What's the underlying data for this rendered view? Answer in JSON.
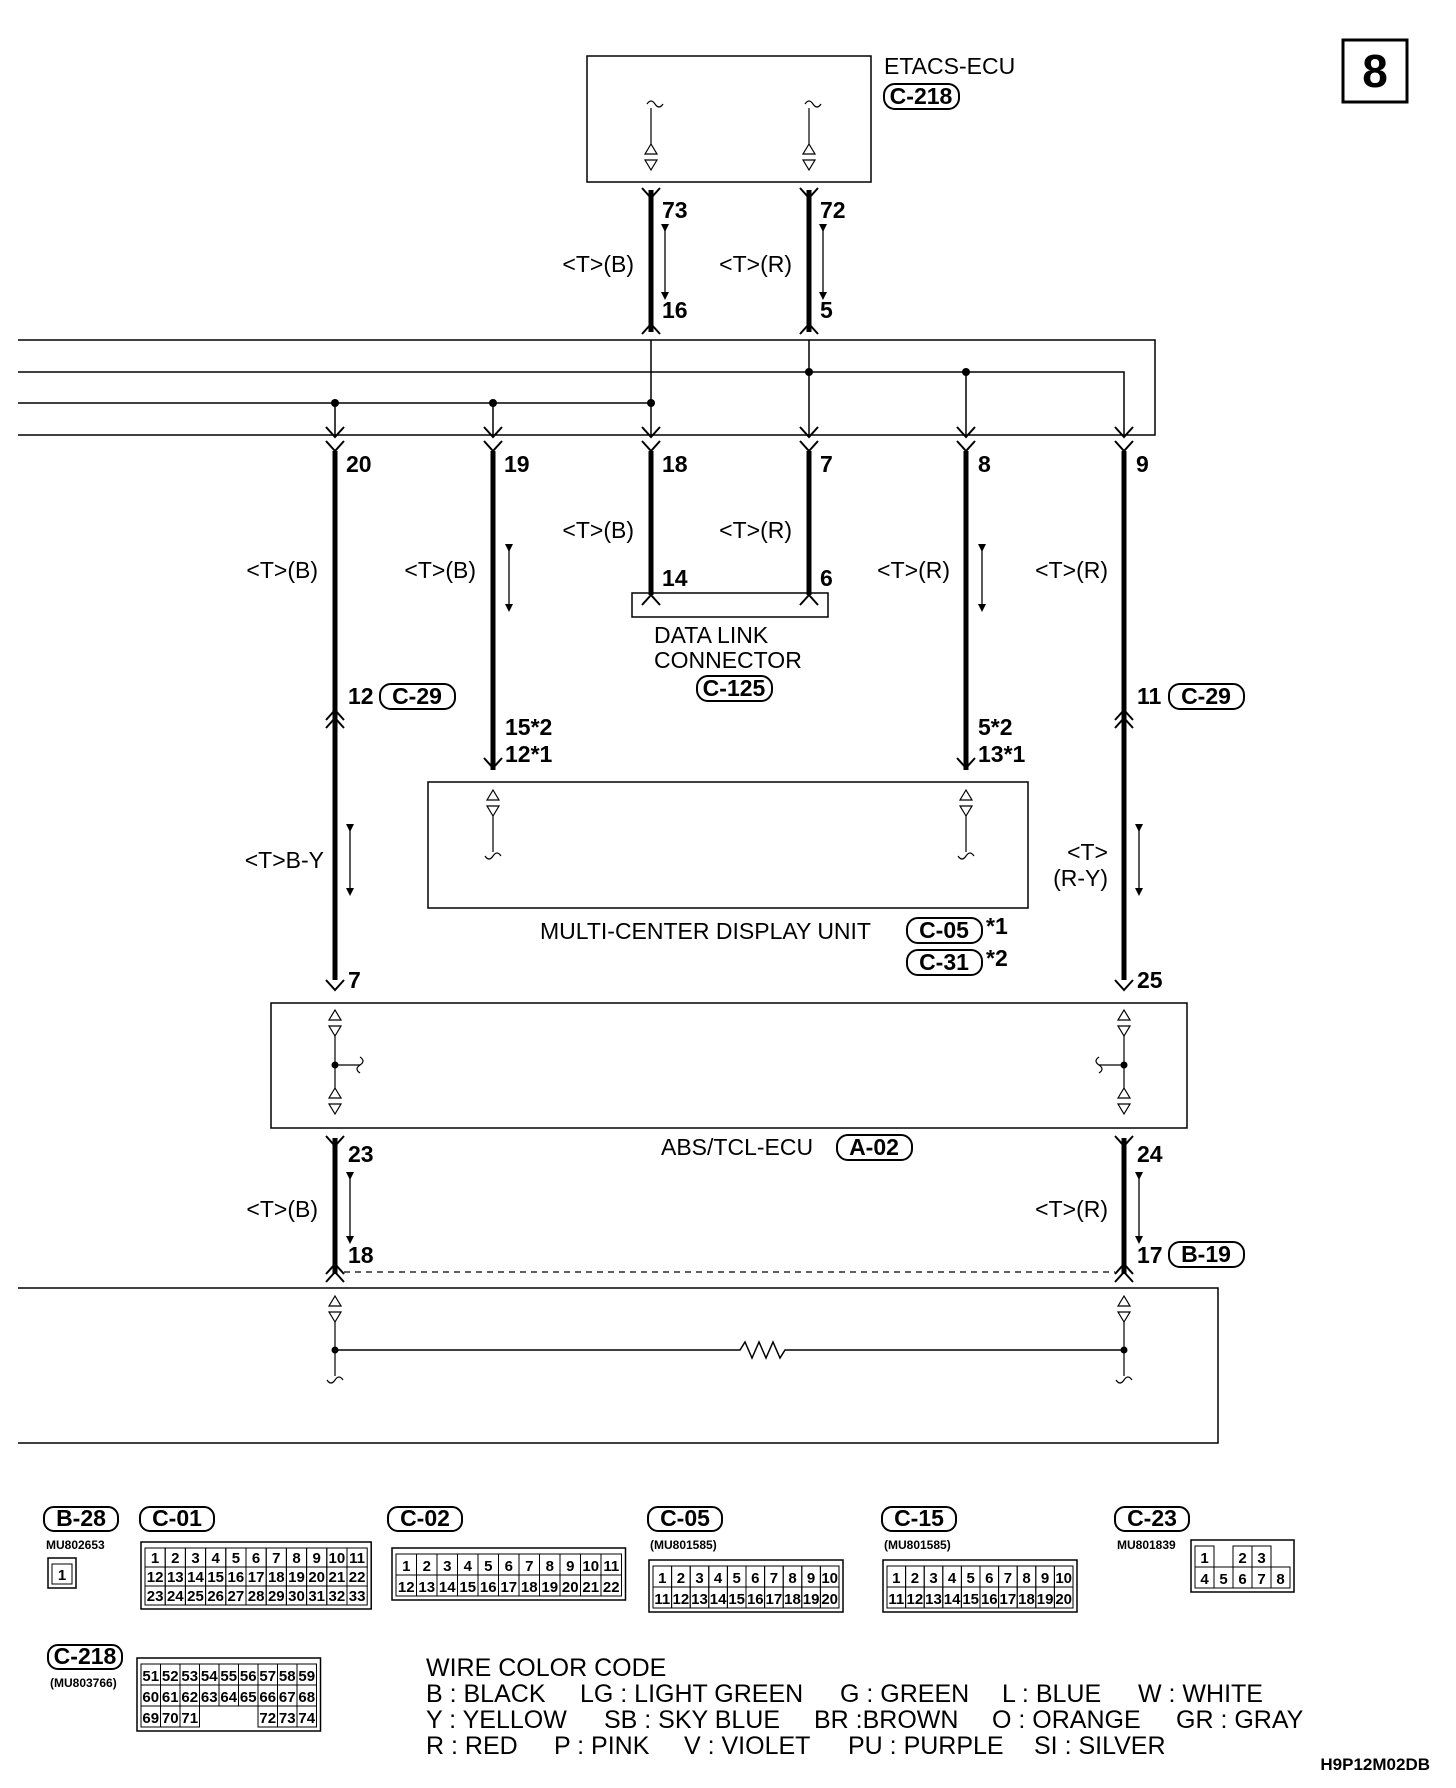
{
  "page": {
    "number": "8",
    "code": "H9P12M02DB"
  },
  "components": {
    "etacs": {
      "name": "ETACS-ECU",
      "connector": "C-218"
    },
    "dlc": {
      "name_line1": "DATA LINK",
      "name_line2": "CONNECTOR",
      "connector": "C-125"
    },
    "mcdu": {
      "name": "MULTI-CENTER DISPLAY UNIT",
      "connector1": "C-05",
      "note1": "*1",
      "connector2": "C-31",
      "note2": "*2"
    },
    "abs": {
      "name": "ABS/TCL-ECU",
      "connector": "A-02"
    },
    "c29_left": "C-29",
    "c29_right": "C-29",
    "b19": "B-19"
  },
  "pins": {
    "p73": "73",
    "p72": "72",
    "p16": "16",
    "p5": "5",
    "p20": "20",
    "p19": "19",
    "p18": "18",
    "p7a": "7",
    "p8": "8",
    "p9": "9",
    "p14": "14",
    "p6": "6",
    "p12": "12",
    "p11": "11",
    "p15s2": "15*2",
    "p12s1": "12*1",
    "p5s2": "5*2",
    "p13s1": "13*1",
    "p7b": "7",
    "p25": "25",
    "p23": "23",
    "p24": "24",
    "p18b": "18",
    "p17": "17"
  },
  "wires": {
    "w73": "<T>(B)",
    "w72": "<T>(R)",
    "w20": "<T>(B)",
    "w19": "<T>(B)",
    "w18": "<T>(B)",
    "w7": "<T>(R)",
    "w8": "<T>(R)",
    "w9": "<T>(R)",
    "w_by": "<T>B-Y",
    "w_ry1": "<T>",
    "w_ry2": "(R-Y)",
    "w23": "<T>(B)",
    "w24": "<T>(R)"
  },
  "connectors": [
    {
      "id": "B-28",
      "part": "MU802653",
      "rows": [
        [
          "1"
        ]
      ]
    },
    {
      "id": "C-01",
      "part": "",
      "rows": [
        [
          "1",
          "2",
          "3",
          "4",
          "5",
          "6",
          "7",
          "8",
          "9",
          "10",
          "11"
        ],
        [
          "12",
          "13",
          "14",
          "15",
          "16",
          "17",
          "18",
          "19",
          "20",
          "21",
          "22"
        ],
        [
          "23",
          "24",
          "25",
          "26",
          "27",
          "28",
          "29",
          "30",
          "31",
          "32",
          "33"
        ]
      ]
    },
    {
      "id": "C-02",
      "part": "",
      "rows": [
        [
          "1",
          "2",
          "3",
          "4",
          "5",
          "6",
          "7",
          "8",
          "9",
          "10",
          "11"
        ],
        [
          "12",
          "13",
          "14",
          "15",
          "16",
          "17",
          "18",
          "19",
          "20",
          "21",
          "22"
        ]
      ]
    },
    {
      "id": "C-05",
      "part": "(MU801585)",
      "rows": [
        [
          "1",
          "2",
          "3",
          "4",
          "5",
          "6",
          "7",
          "8",
          "9",
          "10"
        ],
        [
          "11",
          "12",
          "13",
          "14",
          "15",
          "16",
          "17",
          "18",
          "19",
          "20"
        ]
      ]
    },
    {
      "id": "C-15",
      "part": "(MU801585)",
      "rows": [
        [
          "1",
          "2",
          "3",
          "4",
          "5",
          "6",
          "7",
          "8",
          "9",
          "10"
        ],
        [
          "11",
          "12",
          "13",
          "14",
          "15",
          "16",
          "17",
          "18",
          "19",
          "20"
        ]
      ]
    },
    {
      "id": "C-23",
      "part": "MU801839",
      "rows": [
        [
          "1",
          "",
          "2",
          "3"
        ],
        [
          "4",
          "5",
          "6",
          "7",
          "8"
        ]
      ]
    },
    {
      "id": "C-218",
      "part": "(MU803766)",
      "rows": [
        [
          "51",
          "52",
          "53",
          "54",
          "55",
          "56",
          "57",
          "58",
          "59"
        ],
        [
          "60",
          "61",
          "62",
          "63",
          "64",
          "65",
          "66",
          "67",
          "68"
        ],
        [
          "69",
          "70",
          "71",
          "",
          "",
          "",
          "72",
          "73",
          "74"
        ]
      ]
    }
  ],
  "legend": {
    "title": "WIRE COLOR CODE",
    "rows": [
      [
        "B : BLACK",
        "LG : LIGHT GREEN",
        "G : GREEN",
        "L : BLUE",
        "W : WHITE"
      ],
      [
        "Y : YELLOW",
        "SB : SKY BLUE",
        "BR :BROWN",
        "O : ORANGE",
        "GR : GRAY"
      ],
      [
        "R : RED",
        "P : PINK",
        "V : VIOLET",
        "PU : PURPLE",
        "SI : SILVER"
      ]
    ]
  }
}
